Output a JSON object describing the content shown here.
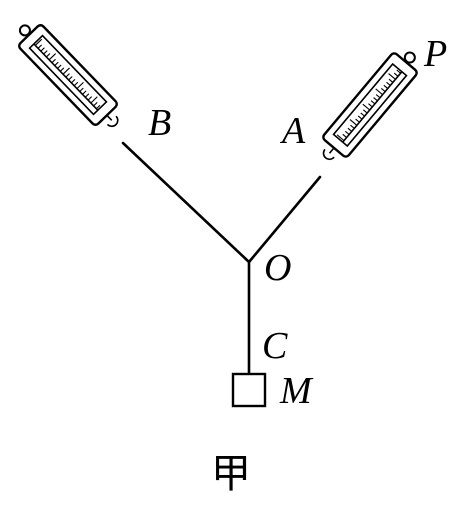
{
  "figure": {
    "labels": {
      "P": "P",
      "A": "A",
      "B": "B",
      "O": "O",
      "C": "C",
      "M": "M"
    },
    "caption": "甲"
  }
}
